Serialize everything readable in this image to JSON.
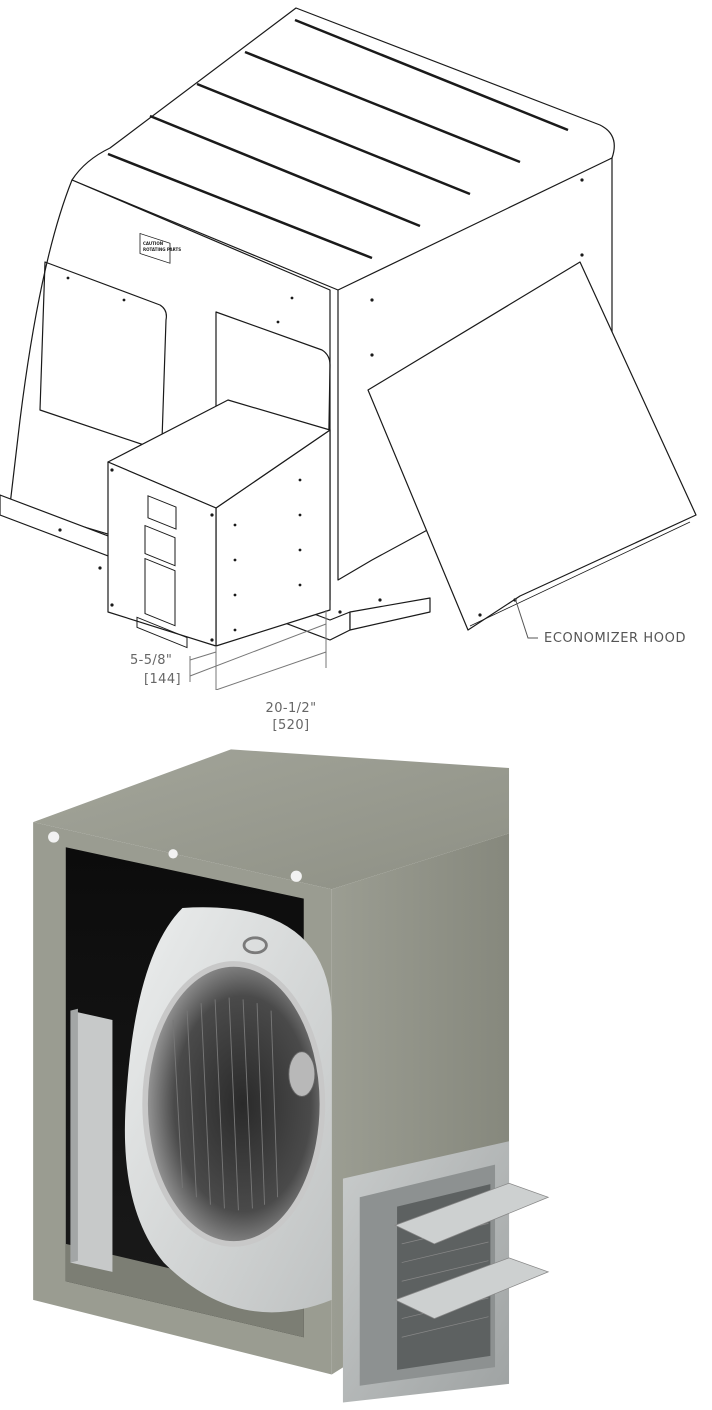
{
  "callouts": {
    "economizer_hood": "ECONOMIZER HOOD"
  },
  "dimensions": {
    "height_in": "5-5/8\"",
    "height_mm": "[144]",
    "depth_in": "20-1/2\"",
    "depth_mm": "[520]"
  },
  "caution_label": {
    "line1": "CAUTION",
    "line2": "ROTATING PARTS"
  },
  "colors": {
    "line": "#1a1a1a",
    "dimension": "#777777",
    "cabinet": "#8f9186",
    "cabinet_dark": "#6c6e64",
    "blower": "#d4d6d6"
  }
}
